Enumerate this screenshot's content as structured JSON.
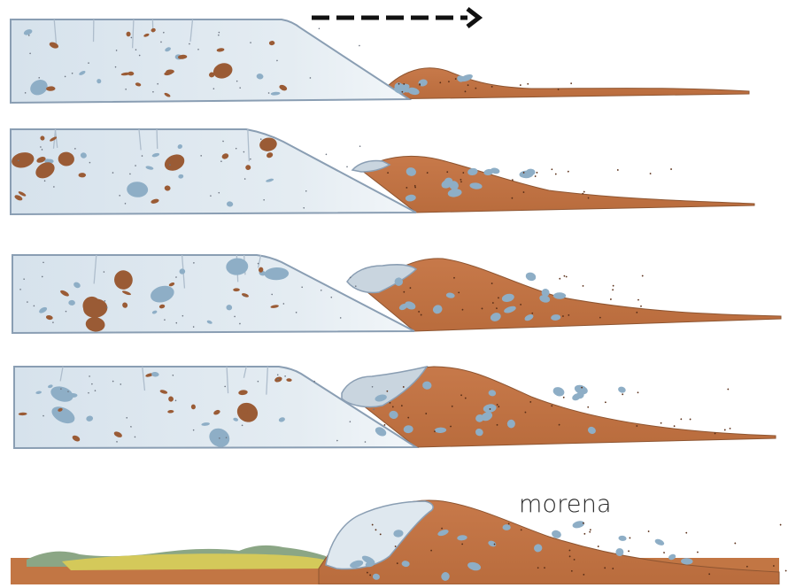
{
  "figure": {
    "label_morena": "morena",
    "stages": [
      {
        "id": "stage-1"
      },
      {
        "id": "stage-2"
      },
      {
        "id": "stage-3"
      },
      {
        "id": "stage-4"
      },
      {
        "id": "stage-5"
      }
    ],
    "colors": {
      "ice": "#dfe8ef",
      "ice_outline": "#8a9eb3",
      "ice_crack": "#aebdcc",
      "blue_stone": "#8eaec6",
      "brown_stone": "#9a5b35",
      "till": "#c27644",
      "till_dark": "#a85f33",
      "lake": "#d4c95a",
      "vegetation": "#8ba685",
      "arrow": "#111111"
    }
  }
}
